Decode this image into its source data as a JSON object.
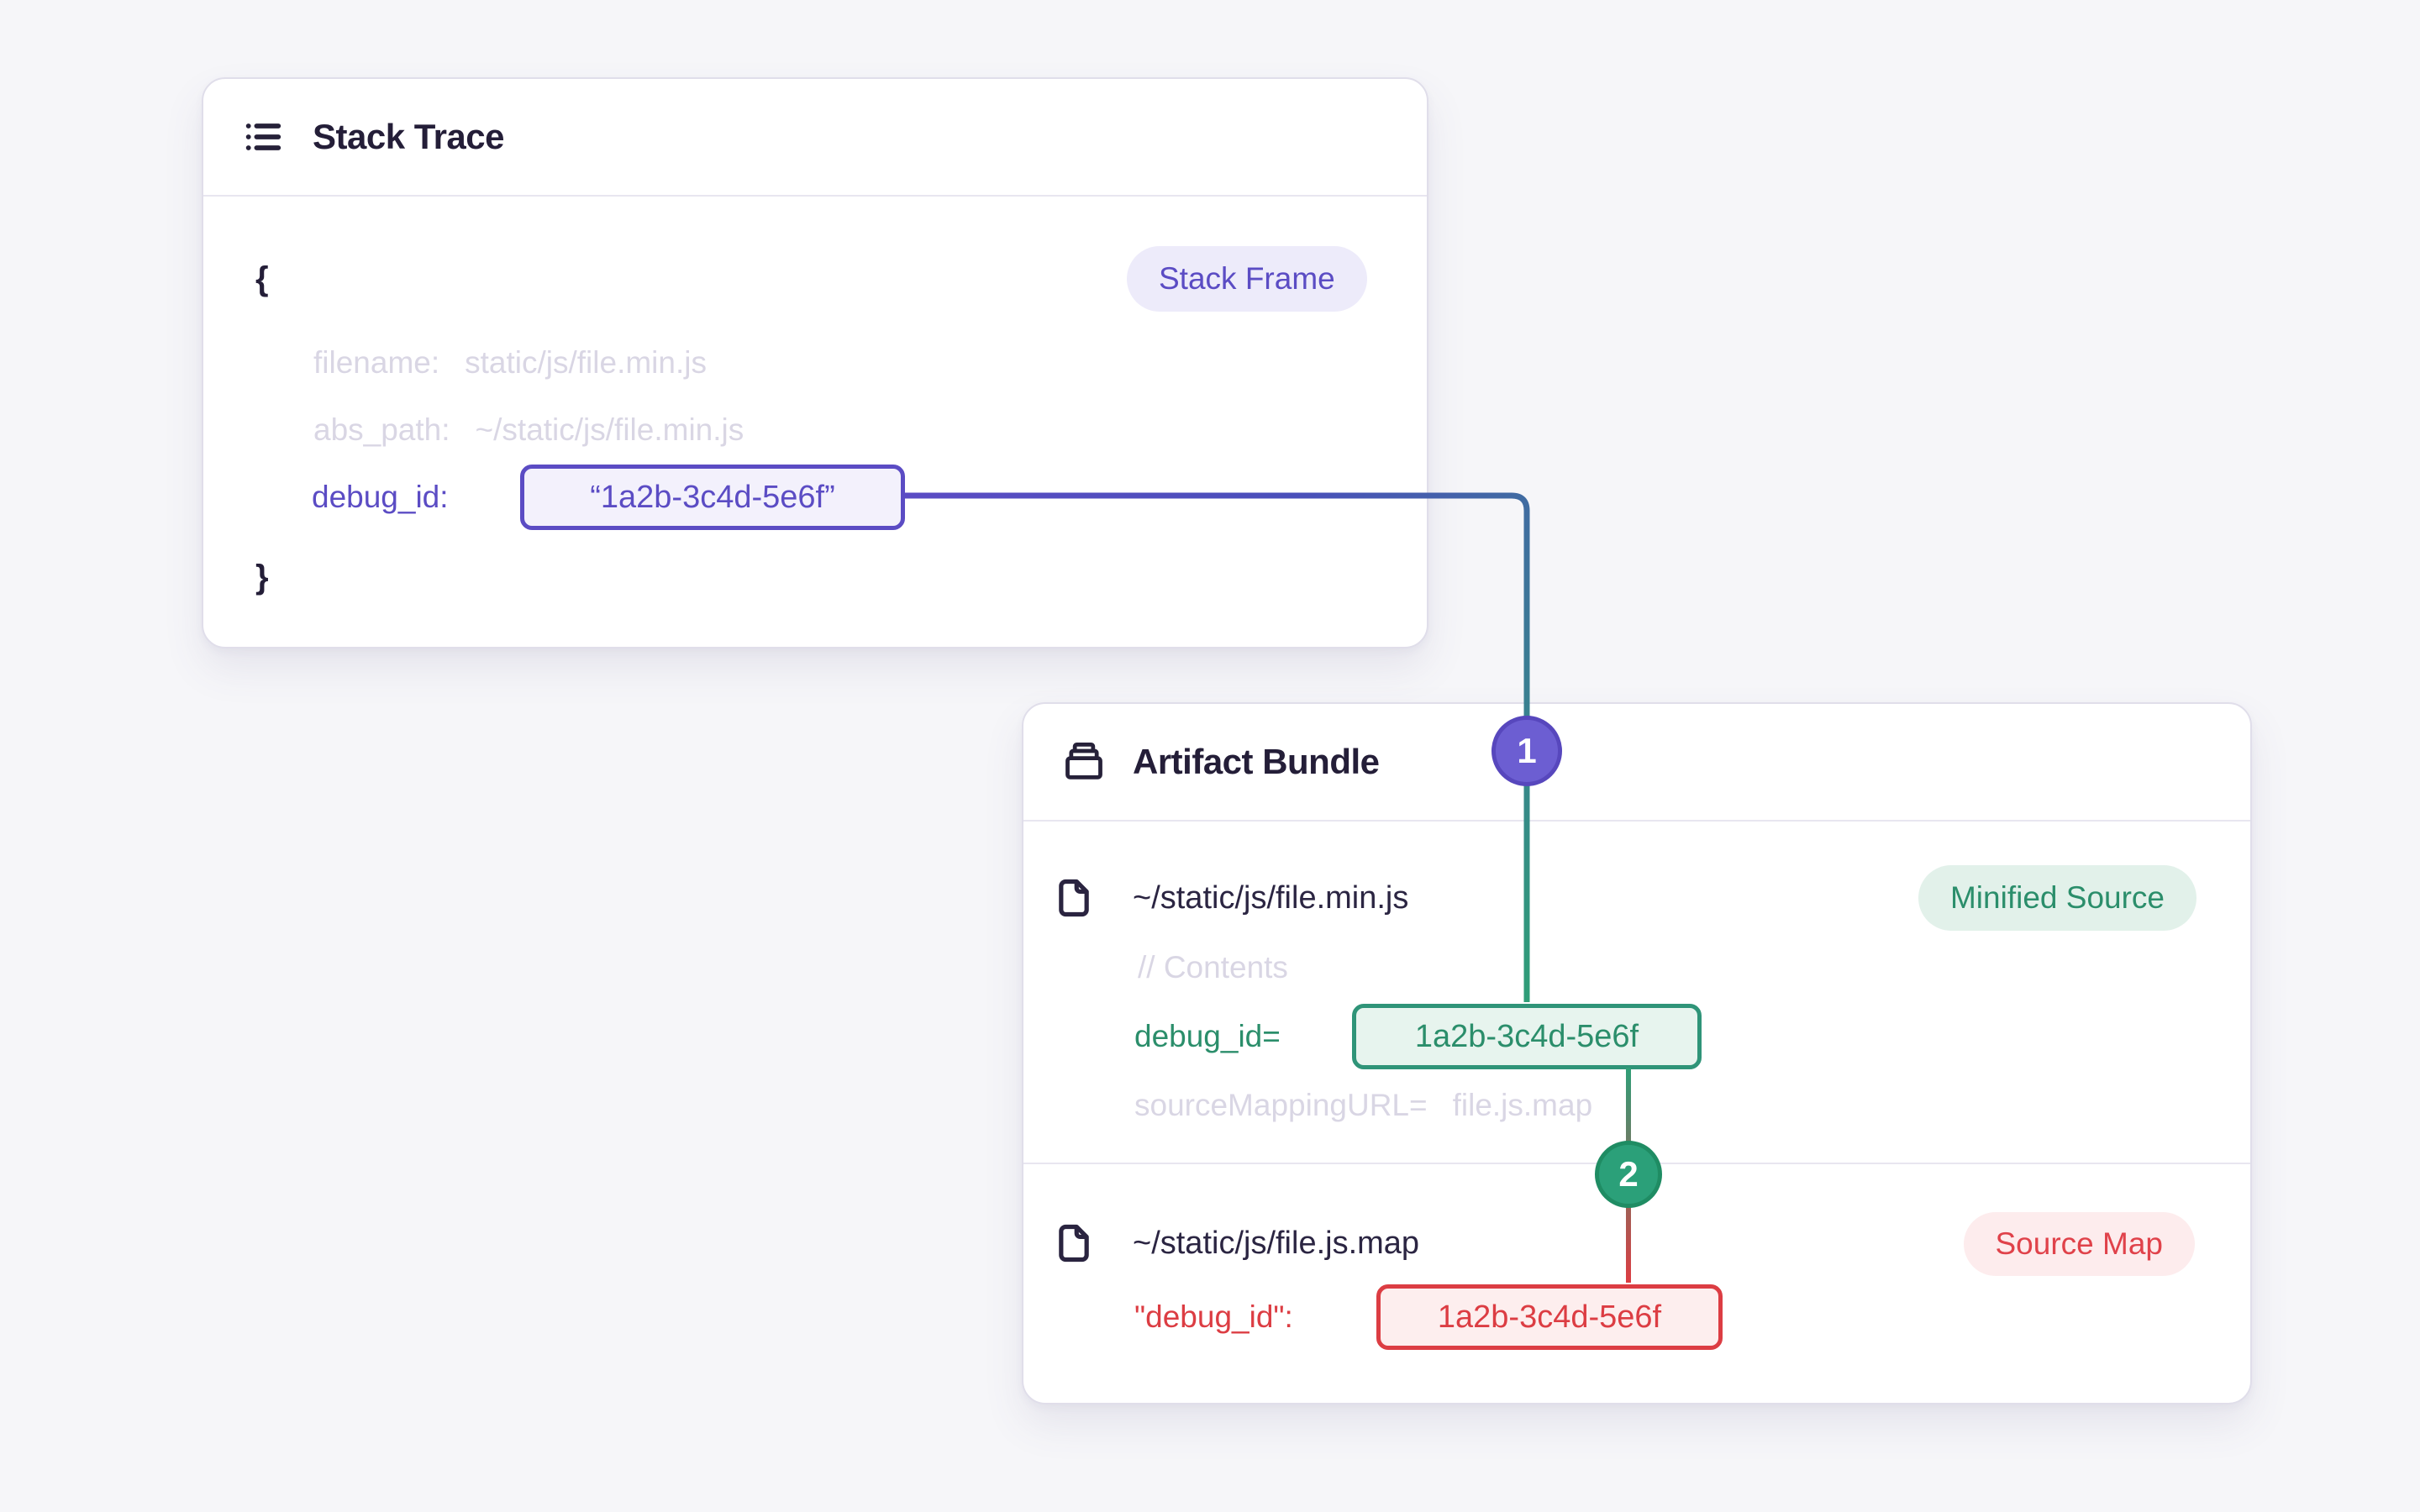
{
  "colors": {
    "page_bg": "#f6f6f9",
    "accent_purple": "#5b4cc4",
    "accent_green": "#2f9478",
    "accent_red": "#dc3d43",
    "muted_text": "#d9d6e4",
    "dark_text": "#241e38"
  },
  "stack_trace_card": {
    "title": "Stack Trace",
    "badge": "Stack Frame",
    "open_brace": "{",
    "close_brace": "}",
    "rows": {
      "filename": {
        "label": "filename:",
        "value": "static/js/file.min.js"
      },
      "abs_path": {
        "label": "abs_path:",
        "value": "~/static/js/file.min.js"
      },
      "debug_id": {
        "label": "debug_id:",
        "value": "“1a2b-3c4d-5e6f”"
      }
    }
  },
  "artifact_bundle_card": {
    "title": "Artifact Bundle",
    "file1": {
      "path": "~/static/js/file.min.js",
      "badge": "Minified Source",
      "contents_comment": "// Contents",
      "debug_id": {
        "label": "debug_id=",
        "value": "1a2b-3c4d-5e6f"
      },
      "source_mapping": {
        "label": "sourceMappingURL=",
        "value": "file.js.map"
      }
    },
    "file2": {
      "path": "~/static/js/file.js.map",
      "badge": "Source Map",
      "debug_id": {
        "label": "\"debug_id\":",
        "value": "1a2b-3c4d-5e6f"
      }
    }
  },
  "connectors": {
    "step1": "1",
    "step2": "2"
  }
}
